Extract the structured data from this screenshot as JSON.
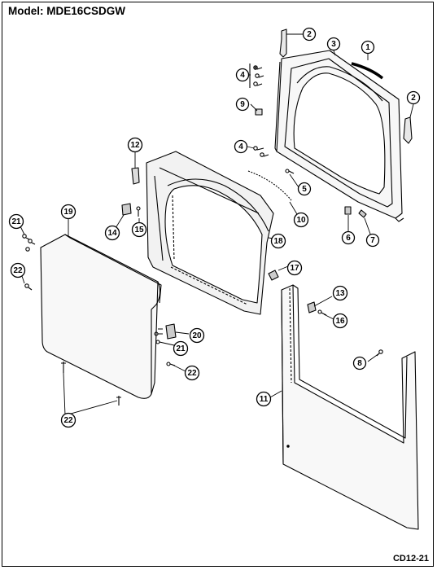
{
  "header": {
    "model": "Model:  MDE16CSDGW"
  },
  "footer": {
    "code": "CD12-21"
  },
  "callouts": [
    {
      "id": "c1",
      "label": "1"
    },
    {
      "id": "c2a",
      "label": "2"
    },
    {
      "id": "c2b",
      "label": "2"
    },
    {
      "id": "c3",
      "label": "3"
    },
    {
      "id": "c4a",
      "label": "4"
    },
    {
      "id": "c4b",
      "label": "4"
    },
    {
      "id": "c5",
      "label": "5"
    },
    {
      "id": "c6",
      "label": "6"
    },
    {
      "id": "c7",
      "label": "7"
    },
    {
      "id": "c8",
      "label": "8"
    },
    {
      "id": "c9",
      "label": "9"
    },
    {
      "id": "c10",
      "label": "10"
    },
    {
      "id": "c11",
      "label": "11"
    },
    {
      "id": "c12",
      "label": "12"
    },
    {
      "id": "c13",
      "label": "13"
    },
    {
      "id": "c14",
      "label": "14"
    },
    {
      "id": "c15",
      "label": "15"
    },
    {
      "id": "c16",
      "label": "16"
    },
    {
      "id": "c17",
      "label": "17"
    },
    {
      "id": "c18",
      "label": "18"
    },
    {
      "id": "c19",
      "label": "19"
    },
    {
      "id": "c20",
      "label": "20"
    },
    {
      "id": "c21a",
      "label": "21"
    },
    {
      "id": "c21b",
      "label": "21"
    },
    {
      "id": "c22a",
      "label": "22"
    },
    {
      "id": "c22b",
      "label": "22"
    },
    {
      "id": "c22c",
      "label": "22"
    }
  ]
}
